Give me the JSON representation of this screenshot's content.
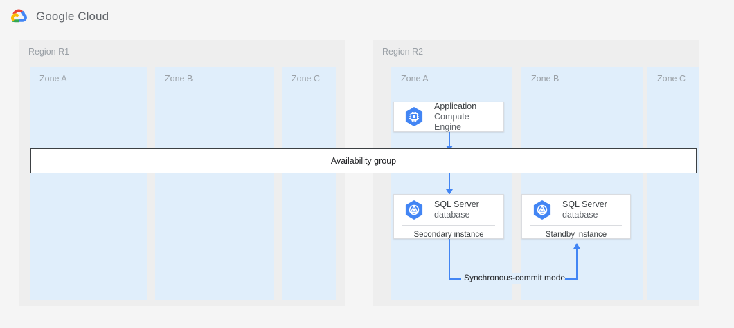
{
  "header": {
    "logo_icon": "google-cloud-logo-icon",
    "wordmark": "Google Cloud"
  },
  "diagram": {
    "title_semantic": "sql-server-availability-group-architecture",
    "colors": {
      "region_bg": "#eeeeee",
      "zone_bg": "#e0eefb",
      "card_bg": "#ffffff",
      "card_border": "#dadce0",
      "connector": "#4285f4",
      "ag_border": "#3c4043",
      "label_text": "#9aa0a6",
      "page_bg": "#f5f5f5"
    },
    "regions": [
      {
        "name": "Region R1",
        "zones": [
          {
            "name": "Zone A",
            "nodes": []
          },
          {
            "name": "Zone B",
            "nodes": []
          },
          {
            "name": "Zone C",
            "nodes": []
          }
        ]
      },
      {
        "name": "Region R2",
        "zones": [
          {
            "name": "Zone A",
            "nodes": [
              {
                "icon": "compute-engine-icon",
                "title": "Application",
                "subtitle": "Compute Engine",
                "footer": null
              },
              {
                "icon": "sql-server-icon",
                "title": "SQL Server",
                "subtitle": "database",
                "footer": "Secondary instance"
              }
            ]
          },
          {
            "name": "Zone B",
            "nodes": [
              {
                "icon": "sql-server-icon",
                "title": "SQL Server",
                "subtitle": "database",
                "footer": "Standby instance"
              }
            ]
          },
          {
            "name": "Zone C",
            "nodes": []
          }
        ]
      }
    ],
    "availability_group": {
      "label": "Availability group"
    },
    "connectors": [
      {
        "name": "app-to-availability-group",
        "label": null,
        "direction": "down"
      },
      {
        "name": "availability-group-to-secondary",
        "label": null,
        "direction": "down"
      },
      {
        "name": "secondary-to-standby",
        "label": "Synchronous-commit mode",
        "direction": "up"
      }
    ]
  }
}
